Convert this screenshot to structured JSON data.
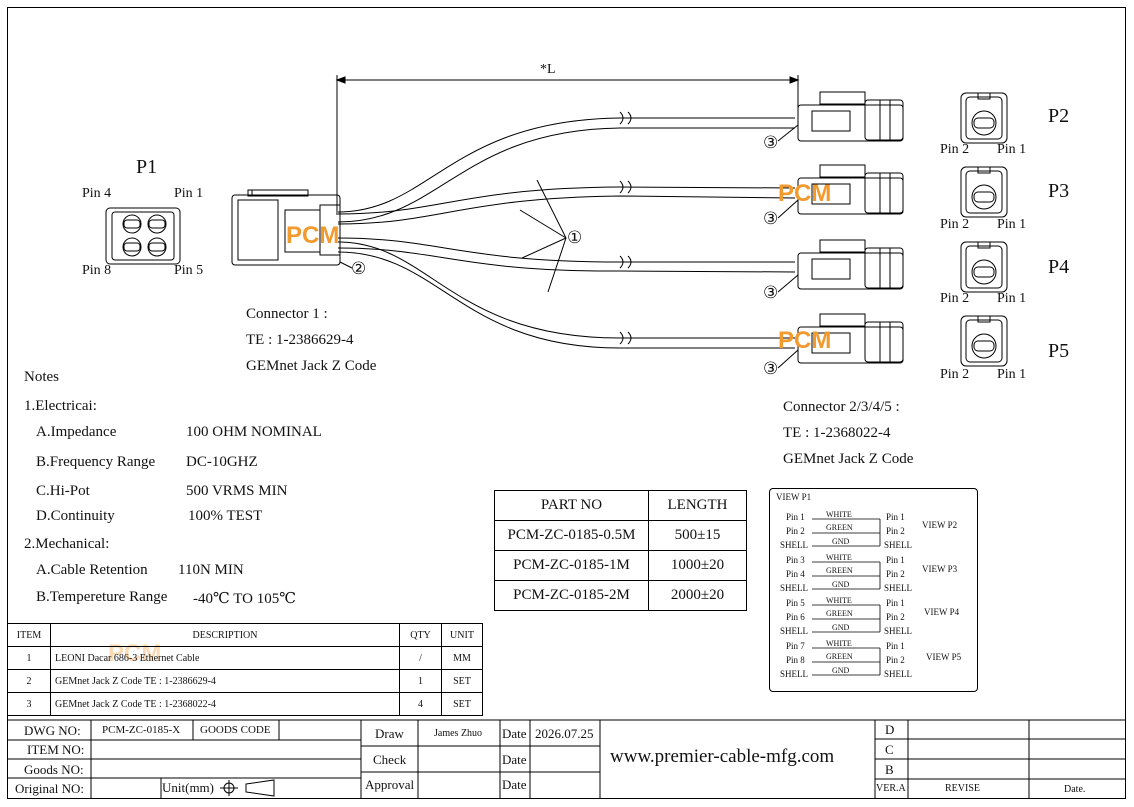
{
  "drawing": {
    "length_label": "*L",
    "p1_label": "P1",
    "p1_pins": {
      "pin4": "Pin 4",
      "pin1": "Pin 1",
      "pin8": "Pin 8",
      "pin5": "Pin 5"
    },
    "p2_label": "P2",
    "p3_label": "P3",
    "p4_label": "P4",
    "p5_label": "P5",
    "pin2": "Pin 2",
    "pin1": "Pin 1",
    "callout_1": "①",
    "callout_2": "②",
    "callout_3": "③",
    "watermark": "PCM",
    "connector1": [
      "Connector 1 :",
      "TE : 1-2386629-4",
      "GEMnet Jack Z Code"
    ],
    "connector2": [
      "Connector 2/3/4/5 :",
      "TE : 1-2368022-4",
      "GEMnet Jack Z Code"
    ]
  },
  "notes": {
    "title": "Notes",
    "electrical_title": "1.Electricai:",
    "electrical": [
      {
        "label": "A.Impedance",
        "value": "100 OHM NOMINAL"
      },
      {
        "label": "B.Frequency Range",
        "value": "DC-10GHZ"
      },
      {
        "label": "C.Hi-Pot",
        "value": "500 VRMS MIN"
      },
      {
        "label": "D.Continuity",
        "value": "100% TEST"
      }
    ],
    "mechanical_title": "2.Mechanical:",
    "mechanical": [
      {
        "label": "A.Cable Retention",
        "value": "110N MIN"
      },
      {
        "label": "B.Tempereture Range",
        "value": "-40℃ TO 105℃"
      }
    ]
  },
  "parts_table": {
    "headers": [
      "PART NO",
      "LENGTH"
    ],
    "rows": [
      [
        "PCM-ZC-0185-0.5M",
        "500±15"
      ],
      [
        "PCM-ZC-0185-1M",
        "1000±20"
      ],
      [
        "PCM-ZC-0185-2M",
        "2000±20"
      ]
    ]
  },
  "view_box": {
    "title": "VIEW P1",
    "groups": [
      {
        "left": [
          "Pin 1",
          "Pin 2",
          "SHELL"
        ],
        "wires": [
          "WHITE",
          "GREEN",
          "GND"
        ],
        "right": [
          "Pin 1",
          "Pin 2",
          "SHELL"
        ],
        "view": "VIEW P2"
      },
      {
        "left": [
          "Pin 3",
          "Pin 4",
          "SHELL"
        ],
        "wires": [
          "WHITE",
          "GREEN",
          "GND"
        ],
        "right": [
          "Pin 1",
          "Pin 2",
          "SHELL"
        ],
        "view": "VIEW P3"
      },
      {
        "left": [
          "Pin 5",
          "Pin 6",
          "SHELL"
        ],
        "wires": [
          "WHITE",
          "GREEN",
          "GND"
        ],
        "right": [
          "Pin 1",
          "Pin 2",
          "SHELL"
        ],
        "view": "VIEW P4"
      },
      {
        "left": [
          "Pin 7",
          "Pin 8",
          "SHELL"
        ],
        "wires": [
          "WHITE",
          "GREEN",
          "GND"
        ],
        "right": [
          "Pin 1",
          "Pin 2",
          "SHELL"
        ],
        "view": "VIEW P5"
      }
    ]
  },
  "items_table": {
    "headers": [
      "ITEM",
      "DESCRIPTION",
      "QTY",
      "UNIT"
    ],
    "rows": [
      [
        "1",
        "LEONI Dacar 686-3 Ethernet Cable",
        "/",
        "MM"
      ],
      [
        "2",
        "GEMnet Jack Z Code TE : 1-2386629-4",
        "1",
        "SET"
      ],
      [
        "3",
        "GEMnet Jack Z Code TE : 1-2368022-4",
        "4",
        "SET"
      ]
    ]
  },
  "title_block": {
    "dwg_no_label": "DWG NO:",
    "dwg_no": "PCM-ZC-0185-X",
    "goods_code_label": "GOODS CODE",
    "item_no_label": "ITEM NO:",
    "goods_no_label": "Goods NO:",
    "original_no_label": "Original NO:",
    "unit_label": "Unit(mm)",
    "draw_label": "Draw",
    "draw_name": "James Zhuo",
    "check_label": "Check",
    "approval_label": "Approval",
    "date_label": "Date",
    "date_value": "2026.07.25",
    "website": "www.premier-cable-mfg.com",
    "rev_rows": [
      "D",
      "C",
      "B"
    ],
    "ver_label": "VER.A",
    "revise_label": "REVISE",
    "date_col_label": "Date."
  },
  "colors": {
    "line": "#000000",
    "watermark": "#f39a2e"
  }
}
